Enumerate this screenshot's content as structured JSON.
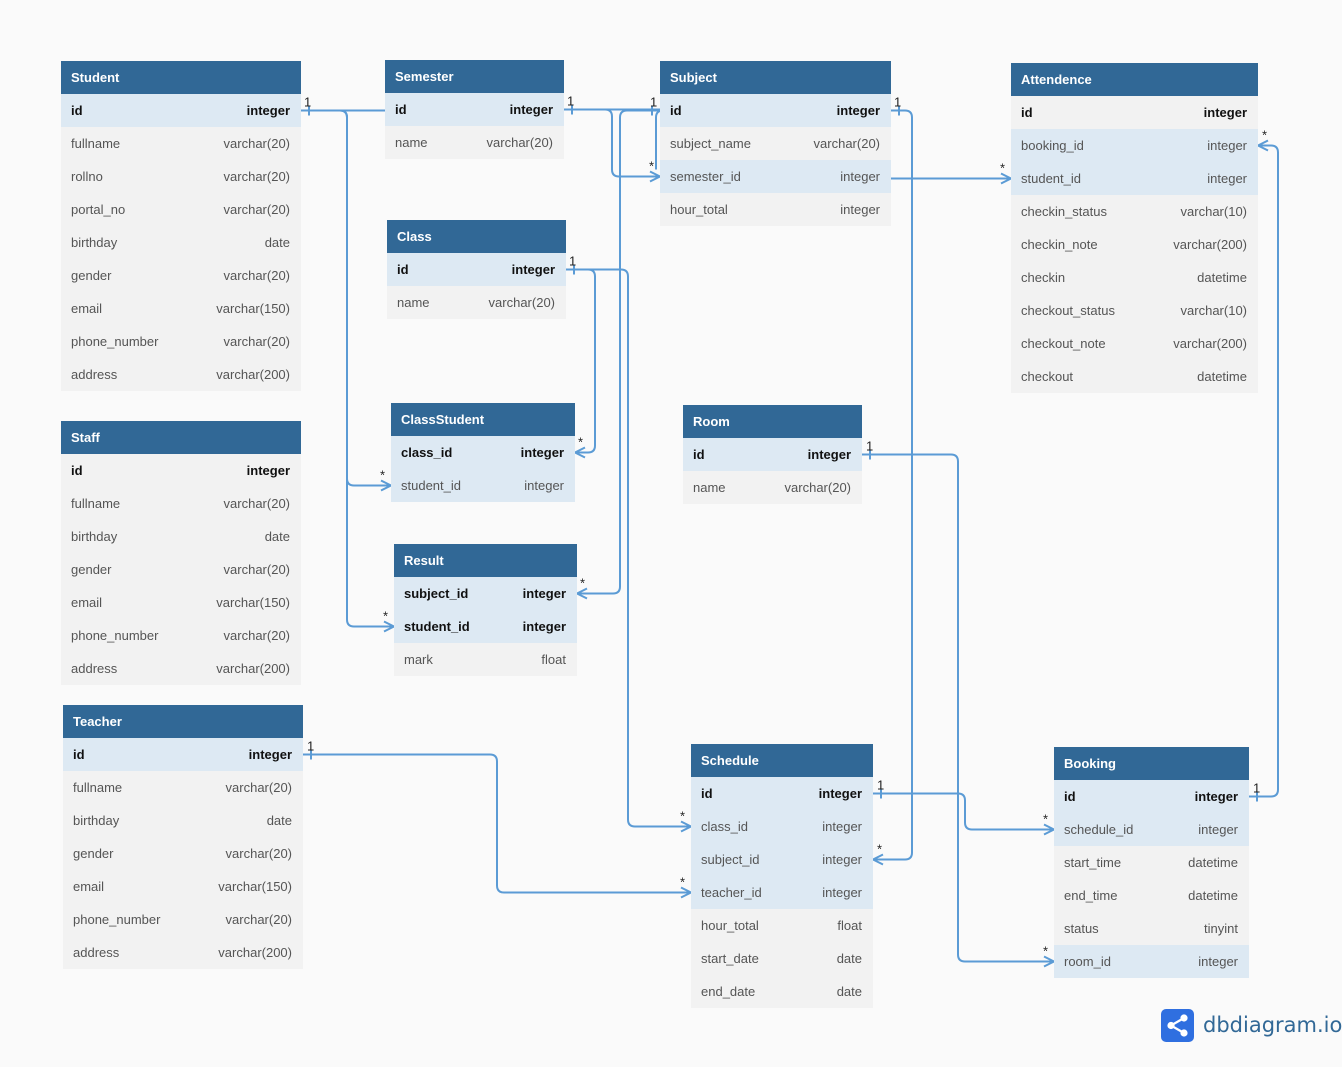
{
  "tables": [
    {
      "key": "student",
      "name": "Student",
      "fields": [
        {
          "name": "id",
          "type": "integer"
        },
        {
          "name": "fullname",
          "type": "varchar(20)"
        },
        {
          "name": "rollno",
          "type": "varchar(20)"
        },
        {
          "name": "portal_no",
          "type": "varchar(20)"
        },
        {
          "name": "birthday",
          "type": "date"
        },
        {
          "name": "gender",
          "type": "varchar(20)"
        },
        {
          "name": "email",
          "type": "varchar(150)"
        },
        {
          "name": "phone_number",
          "type": "varchar(20)"
        },
        {
          "name": "address",
          "type": "varchar(200)"
        }
      ]
    },
    {
      "key": "staff",
      "name": "Staff",
      "fields": [
        {
          "name": "id",
          "type": "integer"
        },
        {
          "name": "fullname",
          "type": "varchar(20)"
        },
        {
          "name": "birthday",
          "type": "date"
        },
        {
          "name": "gender",
          "type": "varchar(20)"
        },
        {
          "name": "email",
          "type": "varchar(150)"
        },
        {
          "name": "phone_number",
          "type": "varchar(20)"
        },
        {
          "name": "address",
          "type": "varchar(200)"
        }
      ]
    },
    {
      "key": "teacher",
      "name": "Teacher",
      "fields": [
        {
          "name": "id",
          "type": "integer"
        },
        {
          "name": "fullname",
          "type": "varchar(20)"
        },
        {
          "name": "birthday",
          "type": "date"
        },
        {
          "name": "gender",
          "type": "varchar(20)"
        },
        {
          "name": "email",
          "type": "varchar(150)"
        },
        {
          "name": "phone_number",
          "type": "varchar(20)"
        },
        {
          "name": "address",
          "type": "varchar(200)"
        }
      ]
    },
    {
      "key": "semester",
      "name": "Semester",
      "fields": [
        {
          "name": "id",
          "type": "integer"
        },
        {
          "name": "name",
          "type": "varchar(20)"
        }
      ]
    },
    {
      "key": "class",
      "name": "Class",
      "fields": [
        {
          "name": "id",
          "type": "integer"
        },
        {
          "name": "name",
          "type": "varchar(20)"
        }
      ]
    },
    {
      "key": "classstudent",
      "name": "ClassStudent",
      "fields": [
        {
          "name": "class_id",
          "type": "integer"
        },
        {
          "name": "student_id",
          "type": "integer"
        }
      ]
    },
    {
      "key": "result",
      "name": "Result",
      "fields": [
        {
          "name": "subject_id",
          "type": "integer"
        },
        {
          "name": "student_id",
          "type": "integer"
        },
        {
          "name": "mark",
          "type": "float"
        }
      ]
    },
    {
      "key": "subject",
      "name": "Subject",
      "fields": [
        {
          "name": "id",
          "type": "integer"
        },
        {
          "name": "subject_name",
          "type": "varchar(20)"
        },
        {
          "name": "semester_id",
          "type": "integer"
        },
        {
          "name": "hour_total",
          "type": "integer"
        }
      ]
    },
    {
      "key": "room",
      "name": "Room",
      "fields": [
        {
          "name": "id",
          "type": "integer"
        },
        {
          "name": "name",
          "type": "varchar(20)"
        }
      ]
    },
    {
      "key": "schedule",
      "name": "Schedule",
      "fields": [
        {
          "name": "id",
          "type": "integer"
        },
        {
          "name": "class_id",
          "type": "integer"
        },
        {
          "name": "subject_id",
          "type": "integer"
        },
        {
          "name": "teacher_id",
          "type": "integer"
        },
        {
          "name": "hour_total",
          "type": "float"
        },
        {
          "name": "start_date",
          "type": "date"
        },
        {
          "name": "end_date",
          "type": "date"
        }
      ]
    },
    {
      "key": "attendence",
      "name": "Attendence",
      "fields": [
        {
          "name": "id",
          "type": "integer"
        },
        {
          "name": "booking_id",
          "type": "integer"
        },
        {
          "name": "student_id",
          "type": "integer"
        },
        {
          "name": "checkin_status",
          "type": "varchar(10)"
        },
        {
          "name": "checkin_note",
          "type": "varchar(200)"
        },
        {
          "name": "checkin",
          "type": "datetime"
        },
        {
          "name": "checkout_status",
          "type": "varchar(10)"
        },
        {
          "name": "checkout_note",
          "type": "varchar(200)"
        },
        {
          "name": "checkout",
          "type": "datetime"
        }
      ]
    },
    {
      "key": "booking",
      "name": "Booking",
      "fields": [
        {
          "name": "id",
          "type": "integer"
        },
        {
          "name": "schedule_id",
          "type": "integer"
        },
        {
          "name": "start_time",
          "type": "datetime"
        },
        {
          "name": "end_time",
          "type": "datetime"
        },
        {
          "name": "status",
          "type": "tinyint"
        },
        {
          "name": "room_id",
          "type": "integer"
        }
      ]
    }
  ],
  "relations": [
    {
      "from": "student.id",
      "to": "classstudent.student_id",
      "from_card": "1",
      "to_card": "*"
    },
    {
      "from": "student.id",
      "to": "result.student_id",
      "from_card": "1",
      "to_card": "*"
    },
    {
      "from": "semester.id",
      "to": "subject.semester_id",
      "from_card": "1",
      "to_card": "*"
    },
    {
      "from": "subject.id",
      "to": "result.subject_id",
      "from_card": "1",
      "to_card": "*"
    },
    {
      "from": "subject.id",
      "to": "schedule.subject_id",
      "from_card": "1",
      "to_card": "*"
    },
    {
      "from": "class.id",
      "to": "classstudent.class_id",
      "from_card": "1",
      "to_card": "*"
    },
    {
      "from": "class.id",
      "to": "schedule.class_id",
      "from_card": "1",
      "to_card": "*"
    },
    {
      "from": "teacher.id",
      "to": "schedule.teacher_id",
      "from_card": "1",
      "to_card": "*"
    },
    {
      "from": "room.id",
      "to": "booking.room_id",
      "from_card": "1",
      "to_card": "*"
    },
    {
      "from": "schedule.id",
      "to": "booking.schedule_id",
      "from_card": "1",
      "to_card": "*"
    },
    {
      "from": "booking.id",
      "to": "attendence.booking_id",
      "from_card": "1",
      "to_card": "*"
    },
    {
      "from": "subject.semester_id",
      "to": "attendence.student_id",
      "from_card": "",
      "to_card": "*"
    }
  ],
  "colors": {
    "header": "#316896",
    "link": "#5b9bd5",
    "row_highlight": "#dde9f3",
    "body": "#f2f2f2"
  },
  "logo": {
    "text": "dbdiagram.io",
    "icon": "share-icon"
  }
}
